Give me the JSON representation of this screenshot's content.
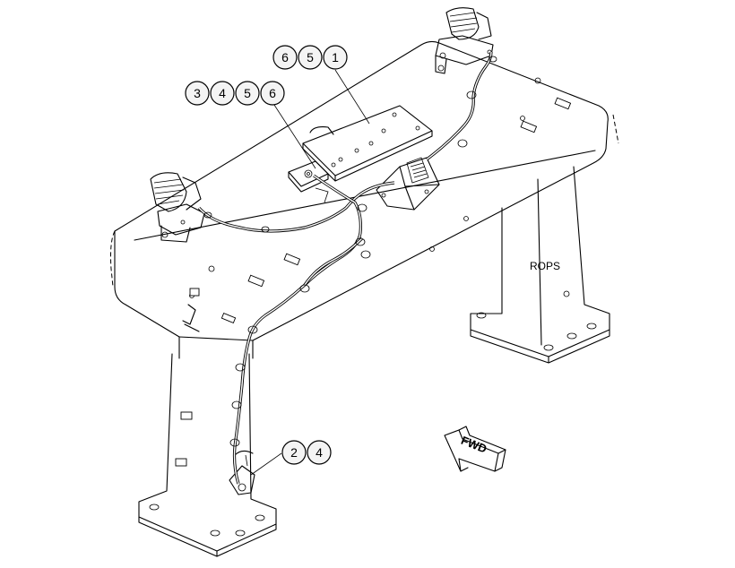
{
  "diagram": {
    "rops_label": "ROPS",
    "fwd_label": "FWD",
    "callout_group_top": [
      "6",
      "5",
      "1"
    ],
    "callout_group_mid": [
      "3",
      "4",
      "5",
      "6"
    ],
    "callout_group_bottom": [
      "2",
      "4"
    ]
  }
}
